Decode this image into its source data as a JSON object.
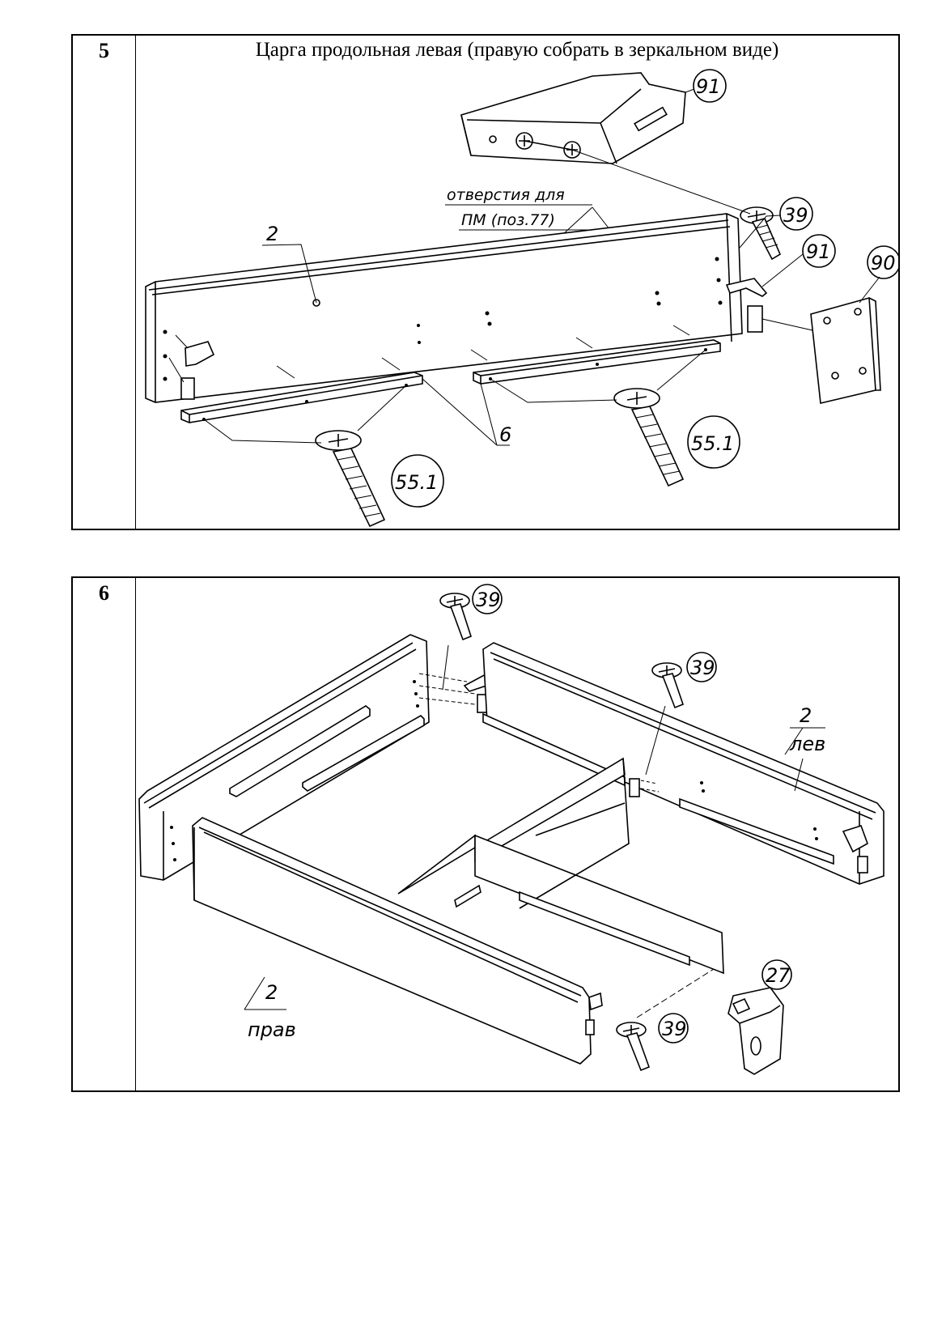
{
  "step5": {
    "number": "5",
    "title": "Царга продольная левая (правую собрать в зеркальном виде)",
    "labels": {
      "part91_top": "91",
      "part39": "39",
      "part91_small": "91",
      "part90": "90",
      "panel": "2",
      "rail": "6",
      "screw_left": "55.1",
      "screw_right": "55.1",
      "holes_note_line1": "отверстия для",
      "holes_note_line2": "ПМ (поз.77)"
    }
  },
  "step6": {
    "number": "6",
    "labels": {
      "screw_top_left": "39",
      "screw_top_mid": "39",
      "screw_bottom": "39",
      "bracket": "27",
      "panel_left_num": "2",
      "panel_left_text": "лев",
      "panel_right_num": "2",
      "panel_right_text": "прав"
    }
  }
}
